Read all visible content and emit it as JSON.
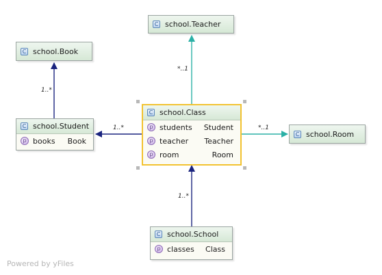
{
  "nodes": {
    "teacher": {
      "title": "school.Teacher"
    },
    "book": {
      "title": "school.Book"
    },
    "student": {
      "title": "school.Student",
      "props": [
        {
          "name": "books",
          "type": "Book"
        }
      ]
    },
    "klass": {
      "title": "school.Class",
      "props": [
        {
          "name": "students",
          "type": "Student"
        },
        {
          "name": "teacher",
          "type": "Teacher"
        },
        {
          "name": "room",
          "type": "Room"
        }
      ]
    },
    "room": {
      "title": "school.Room"
    },
    "school": {
      "title": "school.School",
      "props": [
        {
          "name": "classes",
          "type": "Class"
        }
      ]
    }
  },
  "edges": {
    "class_teacher": {
      "multiplicity": "*..1",
      "color": "#2ab0a6"
    },
    "student_book": {
      "multiplicity": "1..*",
      "color": "#1a237e"
    },
    "class_student": {
      "multiplicity": "1..*",
      "color": "#1a237e"
    },
    "class_room": {
      "multiplicity": "*..1",
      "color": "#2ab0a6"
    },
    "school_class": {
      "multiplicity": "1..*",
      "color": "#1a237e"
    }
  },
  "icons": {
    "class": "C",
    "property": "p"
  },
  "footer": "Powered by yFiles"
}
